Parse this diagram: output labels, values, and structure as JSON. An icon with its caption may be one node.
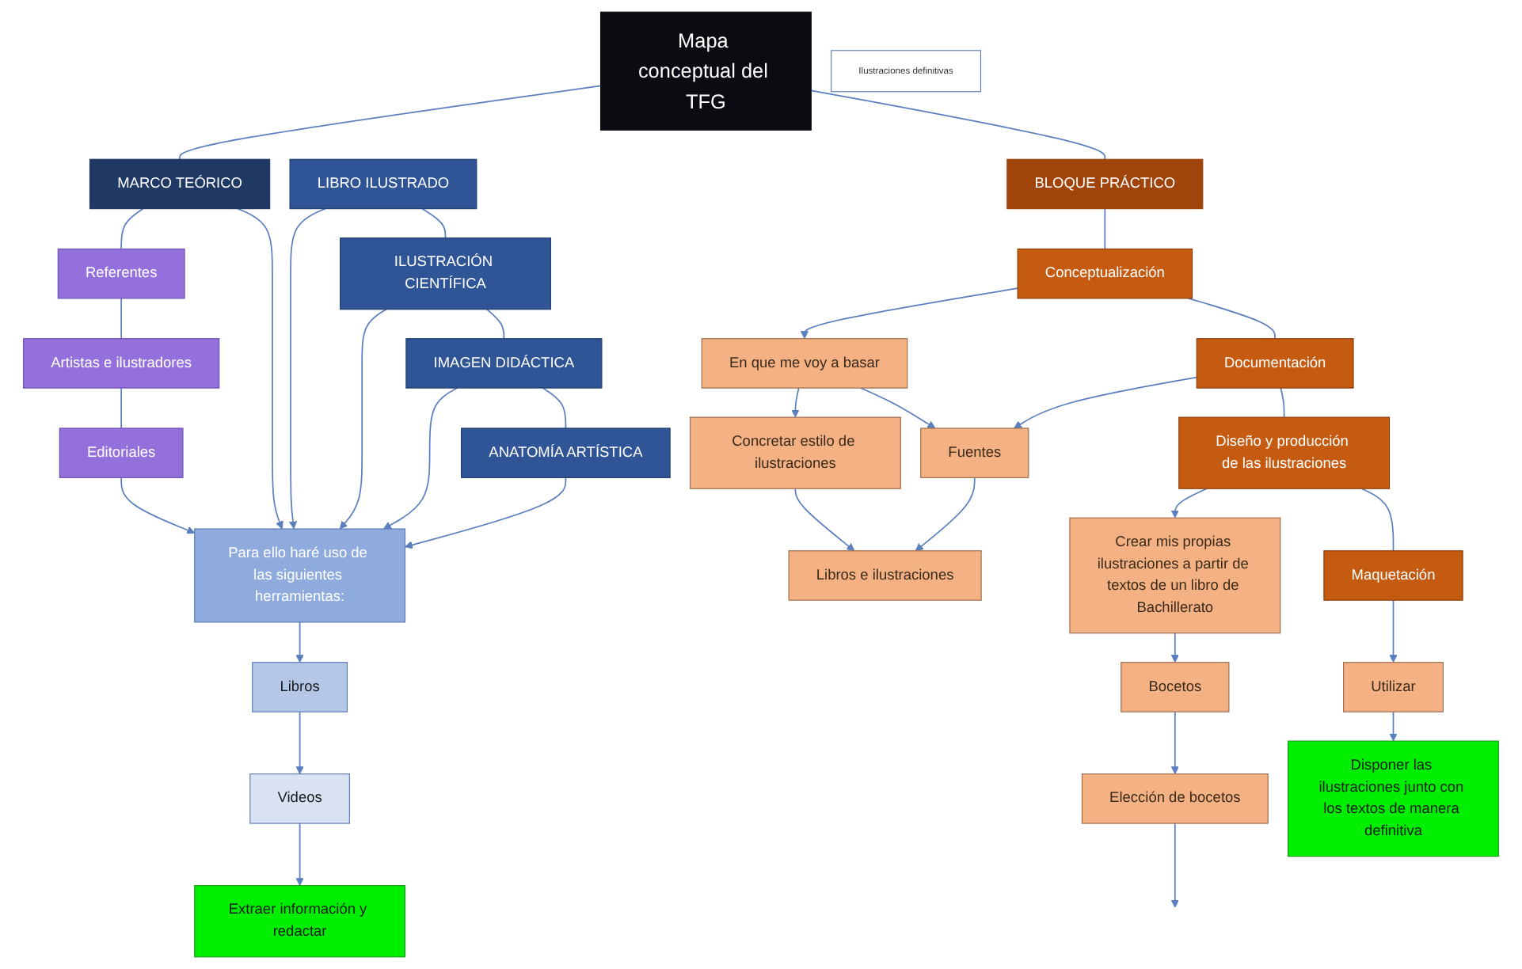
{
  "diagram": {
    "nodes": [
      {
        "text": [
          "Mapa conceptual del TFG"
        ]
      },
      {
        "text": [
          "MARCO TEÓRICO"
        ]
      },
      {
        "text": [
          "BLOQUE PRÁCTICO"
        ]
      },
      {
        "text": [
          "Referentes"
        ]
      },
      {
        "text": [
          "Artistas e ilustradores"
        ]
      },
      {
        "text": [
          "Editoriales"
        ]
      },
      {
        "text": [
          "LIBRO ILUSTRADO"
        ]
      },
      {
        "text": [
          "ILUSTRACIÓN CIENTÍFICA"
        ]
      },
      {
        "text": [
          "IMAGEN DIDÁCTICA"
        ]
      },
      {
        "text": [
          "ANATOMÍA ARTÍSTICA"
        ]
      },
      {
        "text": [
          "Para ello haré uso de las siguientes herramientas:"
        ]
      },
      {
        "text": [
          "Libros"
        ]
      },
      {
        "text": [
          "Videos"
        ]
      },
      {
        "text": [
          "Extraer información y redactar"
        ]
      },
      {
        "text": [
          "Conceptualización"
        ]
      },
      {
        "text": [
          "En que me voy a basar"
        ]
      },
      {
        "text": [
          "Concretar estilo de ilustraciones"
        ]
      },
      {
        "text": [
          "Documentación"
        ]
      },
      {
        "text": [
          "Fuentes"
        ]
      },
      {
        "text": [
          "Libros e ilustraciones"
        ]
      },
      {
        "text": [
          "Ilustraciones definitivas"
        ]
      },
      {
        "text": [
          "Diseño y producción de las ilustraciones"
        ]
      },
      {
        "text": [
          "Crear mis propias ilustraciones a partir de textos de un libro de Bachillerato"
        ]
      },
      {
        "text": [
          "Bocetos"
        ]
      },
      {
        "text": [
          "Elección de bocetos"
        ]
      },
      {
        "text": [
          "Maquetación"
        ]
      },
      {
        "text": [
          "Utilizar"
        ]
      },
      {
        "text": [
          "Disponer las ilustraciones junto con los textos de manera definitiva"
        ]
      }
    ],
    "edges": [
      {
        "from": 0,
        "to": 1,
        "arrow": "none"
      },
      {
        "from": 0,
        "to": 2,
        "arrow": "none"
      },
      {
        "from": 1,
        "to": 3,
        "arrow": "none"
      },
      {
        "from": 3,
        "to": 4,
        "arrow": "none"
      },
      {
        "from": 4,
        "to": 5,
        "arrow": "none"
      },
      {
        "from": 5,
        "to": 10,
        "arrow": "to"
      },
      {
        "from": 1,
        "to": 10,
        "arrow": "to"
      },
      {
        "from": 6,
        "to": 10,
        "arrow": "to"
      },
      {
        "from": 7,
        "to": 10,
        "arrow": "to"
      },
      {
        "from": 8,
        "to": 10,
        "arrow": "to"
      },
      {
        "from": 6,
        "to": 7,
        "arrow": "none"
      },
      {
        "from": 7,
        "to": 8,
        "arrow": "none"
      },
      {
        "from": 8,
        "to": 9,
        "arrow": "none"
      },
      {
        "from": 9,
        "to": 10,
        "arrow": "to"
      },
      {
        "from": 10,
        "to": 11,
        "arrow": "to"
      },
      {
        "from": 11,
        "to": 12,
        "arrow": "to"
      },
      {
        "from": 12,
        "to": 13,
        "arrow": "to"
      },
      {
        "from": 2,
        "to": 14,
        "arrow": "none"
      },
      {
        "from": 14,
        "to": 17,
        "arrow": "none"
      },
      {
        "from": 17,
        "to": 21,
        "arrow": "none"
      },
      {
        "from": 21,
        "to": 25,
        "arrow": "none"
      },
      {
        "from": 14,
        "to": 15,
        "arrow": "to"
      },
      {
        "from": 15,
        "to": 16,
        "arrow": "to"
      },
      {
        "from": 15,
        "to": 18,
        "arrow": "to"
      },
      {
        "from": 16,
        "to": 19,
        "arrow": "to"
      },
      {
        "from": 17,
        "to": 18,
        "arrow": "to"
      },
      {
        "from": 18,
        "to": 19,
        "arrow": "to"
      },
      {
        "from": 21,
        "to": 22,
        "arrow": "to"
      },
      {
        "from": 22,
        "to": 23,
        "arrow": "to"
      },
      {
        "from": 23,
        "to": 24,
        "arrow": "to"
      },
      {
        "from": 24,
        "to": null,
        "arrow": "to"
      },
      {
        "from": 25,
        "to": 26,
        "arrow": "to"
      },
      {
        "from": 26,
        "to": 27,
        "arrow": "to"
      }
    ]
  }
}
